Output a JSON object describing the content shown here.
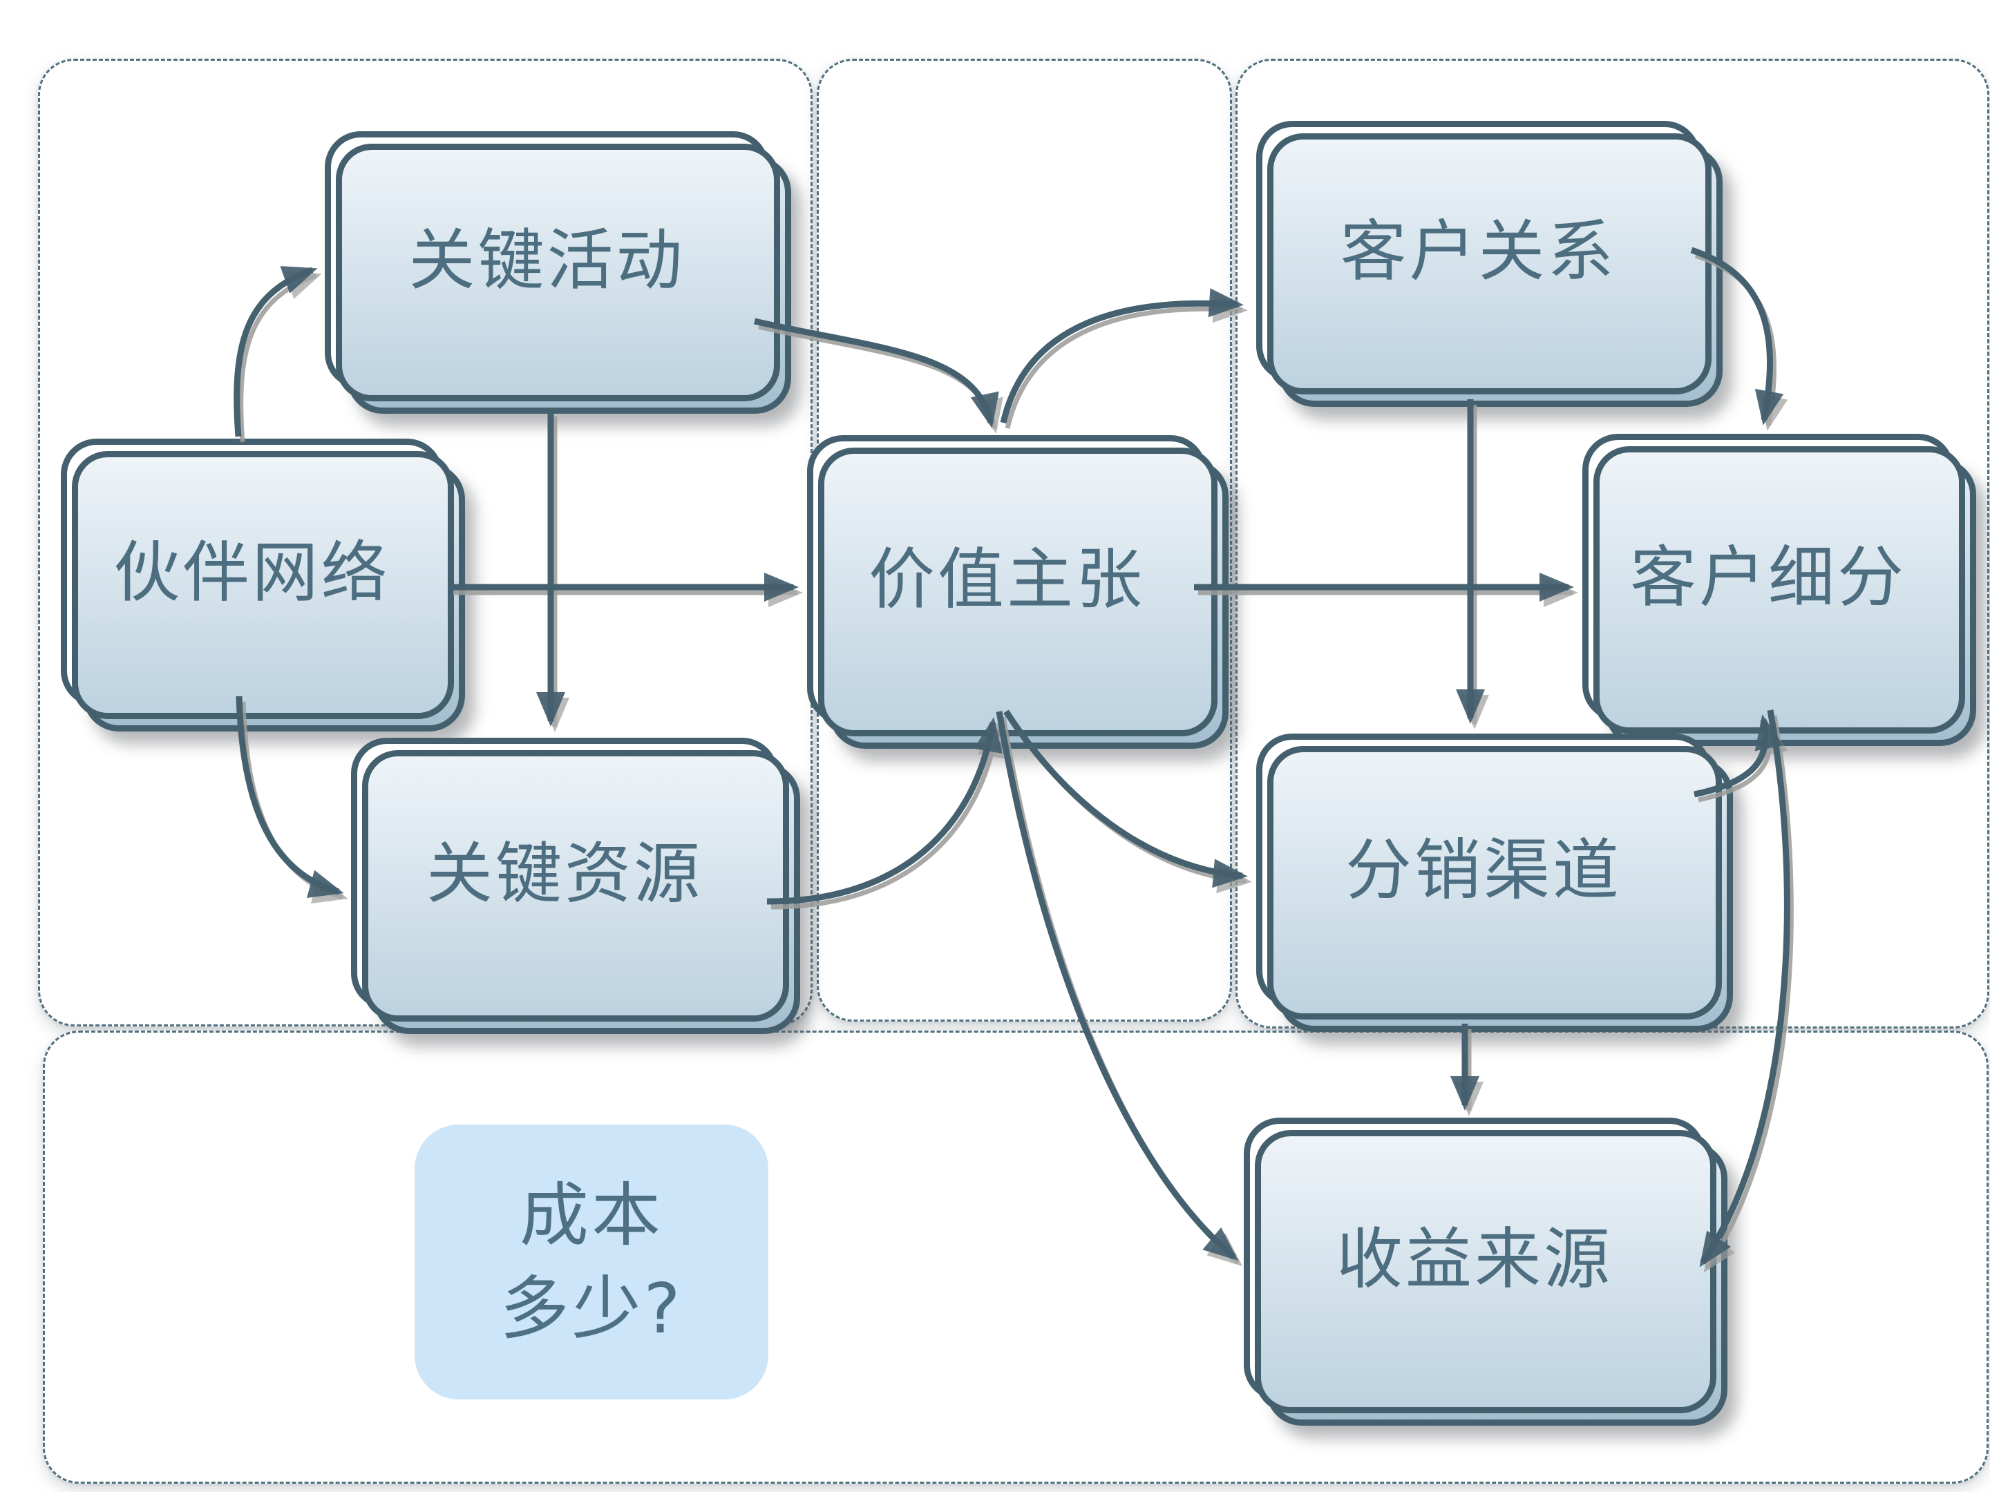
{
  "diagram": {
    "type": "mindmap-business-model-canvas",
    "language": "zh-CN",
    "nodes": {
      "key_activities": {
        "label": "关键活动",
        "zone": "infrastructure"
      },
      "partner_network": {
        "label": "伙伴网络",
        "zone": "infrastructure"
      },
      "key_resources": {
        "label": "关键资源",
        "zone": "infrastructure"
      },
      "value_proposition": {
        "label": "价值主张",
        "zone": "offering"
      },
      "customer_relations": {
        "label": "客户关系",
        "zone": "customers"
      },
      "customer_segments": {
        "label": "客户细分",
        "zone": "customers"
      },
      "distribution_channels": {
        "label": "分销渠道",
        "zone": "customers"
      },
      "revenue_streams": {
        "label": "收益来源",
        "zone": "finance"
      },
      "cost_question": {
        "label": "成本\n多少?",
        "zone": "finance",
        "style": "highlight"
      }
    },
    "edges": [
      {
        "from": "partner_network",
        "to": "key_activities"
      },
      {
        "from": "partner_network",
        "to": "key_resources"
      },
      {
        "from": "partner_network",
        "to": "value_proposition"
      },
      {
        "from": "key_activities",
        "to": "key_resources"
      },
      {
        "from": "key_activities",
        "to": "value_proposition"
      },
      {
        "from": "value_proposition",
        "to": "customer_relations"
      },
      {
        "from": "customer_relations",
        "to": "customer_segments"
      },
      {
        "from": "customer_relations",
        "to": "distribution_channels"
      },
      {
        "from": "value_proposition",
        "to": "customer_segments"
      },
      {
        "from": "key_resources",
        "to": "value_proposition"
      },
      {
        "from": "value_proposition",
        "to": "distribution_channels"
      },
      {
        "from": "value_proposition",
        "to": "revenue_streams"
      },
      {
        "from": "distribution_channels",
        "to": "revenue_streams"
      },
      {
        "from": "distribution_channels",
        "to": "customer_segments"
      },
      {
        "from": "customer_segments",
        "to": "revenue_streams"
      }
    ],
    "colors": {
      "node_border": "#44606e",
      "node_text": "#4d6e80",
      "arrow": "#45606e",
      "arrow_shadow": "#9b9c9a",
      "zone_border": "#51707f",
      "stack_fill_light": "#eef4f8",
      "stack_fill_dark": "#a5bfd0",
      "cost_box_bg": "#cde5f8",
      "background": "#ffffff"
    }
  }
}
